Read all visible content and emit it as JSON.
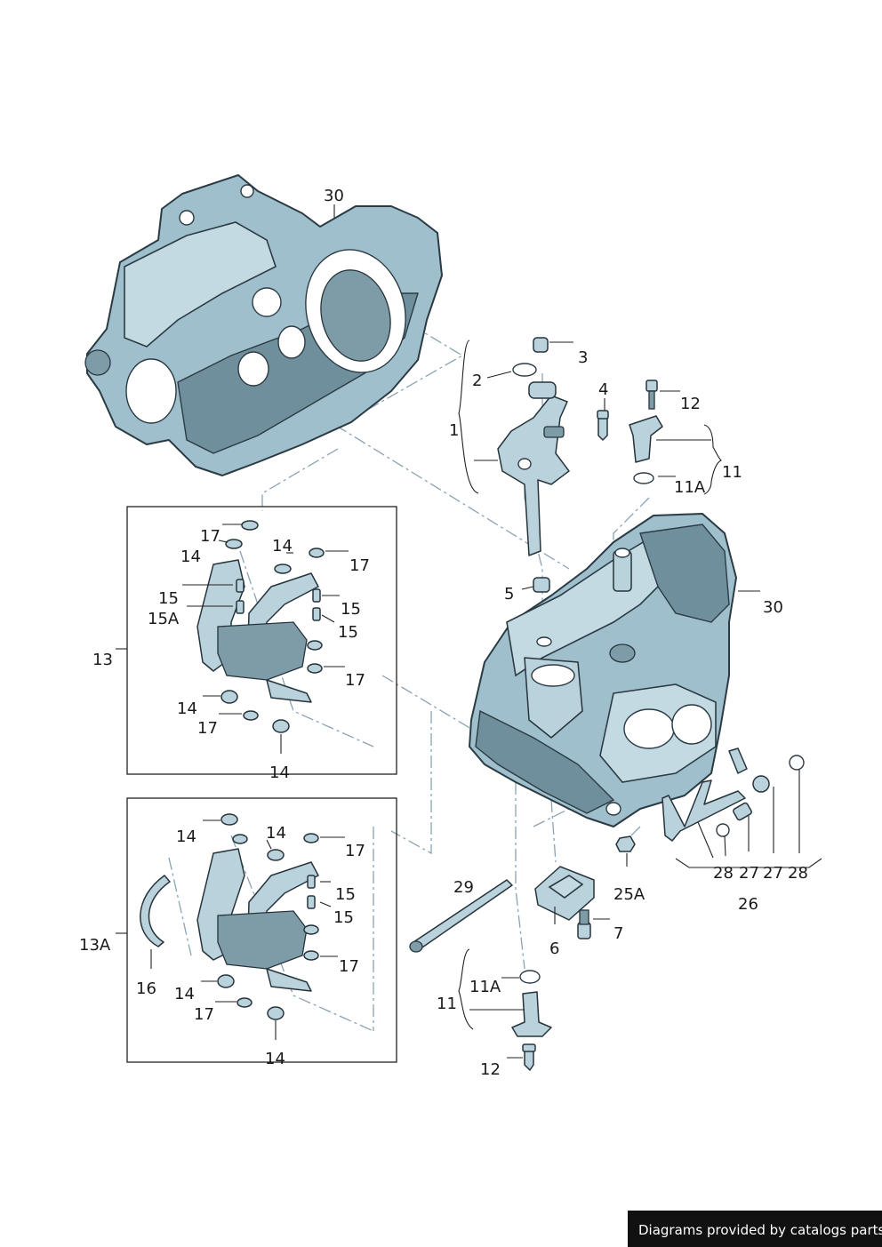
{
  "labels": {
    "housing_top": "30",
    "housing_right": "30",
    "p1": "1",
    "p2": "2",
    "p3": "3",
    "p4": "4",
    "p5": "5",
    "p6": "6",
    "p7": "7",
    "p11_top": "11",
    "p11a_top": "11A",
    "p12_top": "12",
    "p11_bottom": "11",
    "p11a_bottom": "11A",
    "p12_bottom": "12",
    "p13": "13",
    "p13a": "13A",
    "p14_a": "14",
    "p14_b": "14",
    "p14_c": "14",
    "p14_d": "14",
    "p14_e": "14",
    "p14_f": "14",
    "p14_g": "14",
    "p14_h": "14",
    "p15_a": "15",
    "p15a": "15A",
    "p15_b": "15",
    "p15_c": "15",
    "p15_d": "15",
    "p15_e": "15",
    "p16": "16",
    "p17_a": "17",
    "p17_b": "17",
    "p17_c": "17",
    "p17_d": "17",
    "p17_e": "17",
    "p17_f": "17",
    "p17_g": "17",
    "p25a": "25A",
    "p26": "26",
    "p27_a": "27",
    "p27_b": "27",
    "p28_a": "28",
    "p28_b": "28",
    "p29": "29"
  },
  "credit": "Diagrams provided by catalogs parts",
  "colors": {
    "housing": "#9fbfcc",
    "outline": "#2b3b44",
    "centerline": "#8aa3b2",
    "credit_bg": "#111111"
  }
}
